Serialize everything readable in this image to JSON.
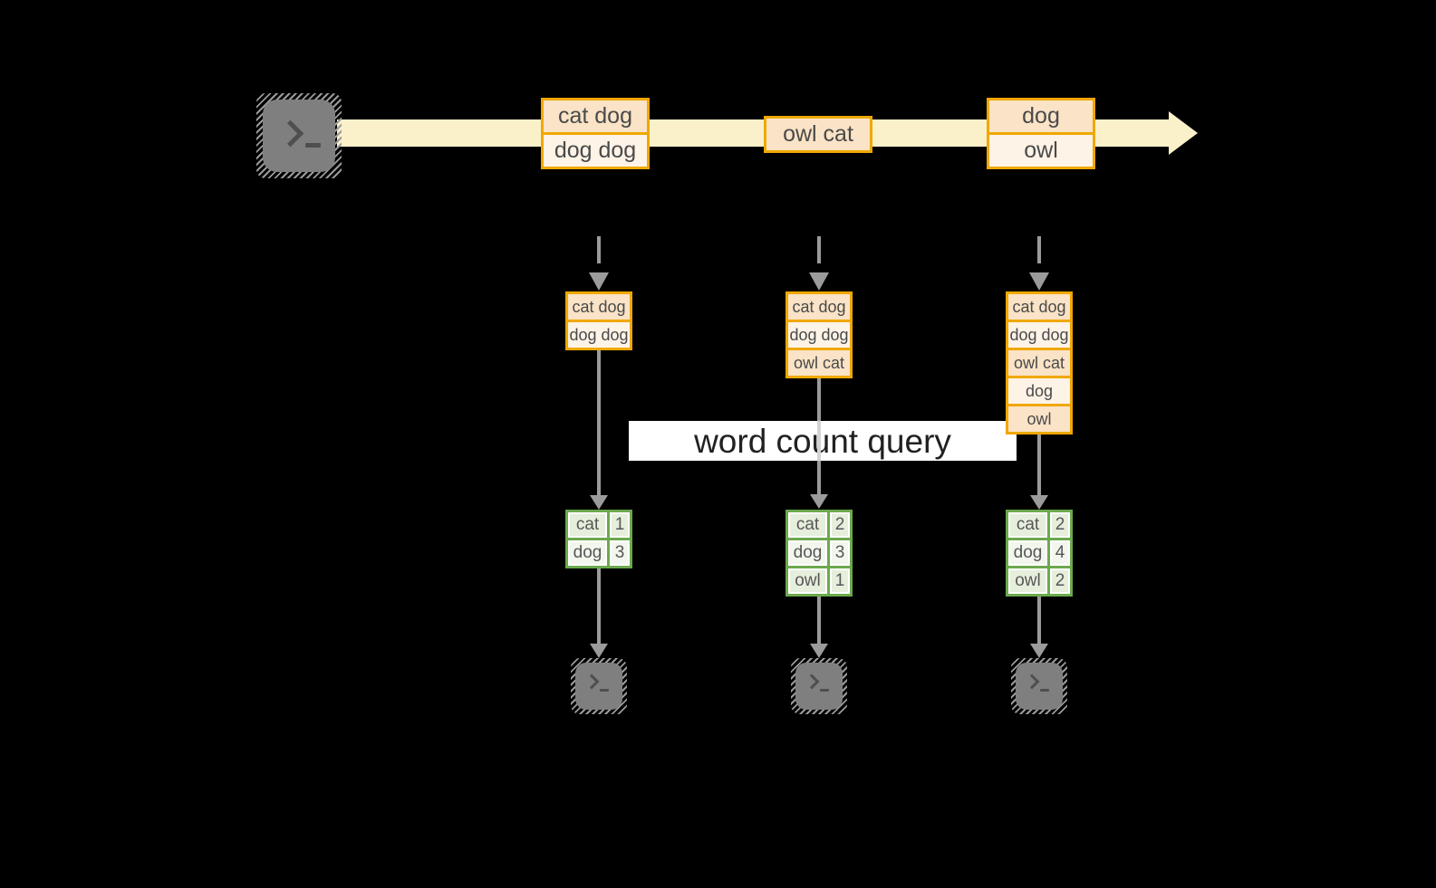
{
  "diagram": {
    "query_label": "word count query",
    "stream_events": [
      {
        "rows": [
          "cat dog",
          "dog dog"
        ]
      },
      {
        "rows": [
          "owl cat"
        ]
      },
      {
        "rows": [
          "dog",
          "owl"
        ]
      }
    ],
    "micro_batches": [
      {
        "rows": [
          "cat dog",
          "dog dog"
        ]
      },
      {
        "rows": [
          "cat dog",
          "dog dog",
          "owl cat"
        ]
      },
      {
        "rows": [
          "cat dog",
          "dog dog",
          "owl cat",
          "dog",
          "owl"
        ]
      }
    ],
    "word_counts": [
      {
        "rows": [
          {
            "word": "cat",
            "count": "1"
          },
          {
            "word": "dog",
            "count": "3"
          }
        ]
      },
      {
        "rows": [
          {
            "word": "cat",
            "count": "2"
          },
          {
            "word": "dog",
            "count": "3"
          },
          {
            "word": "owl",
            "count": "1"
          }
        ]
      },
      {
        "rows": [
          {
            "word": "cat",
            "count": "2"
          },
          {
            "word": "dog",
            "count": "4"
          },
          {
            "word": "owl",
            "count": "2"
          }
        ]
      }
    ],
    "colors": {
      "background": "#000000",
      "stream_arrow": "#FAF0CA",
      "event_border": "#F0A800",
      "event_fill_dark": "#FAE3C6",
      "event_fill_light": "#FDF3E6",
      "table_border": "#6CA94D",
      "table_fill_dark": "#E6EEDC",
      "table_fill_light": "#F2F6ED",
      "flow_arrow": "#9B9B9B",
      "terminal_gray": "#7F7F7F"
    }
  }
}
